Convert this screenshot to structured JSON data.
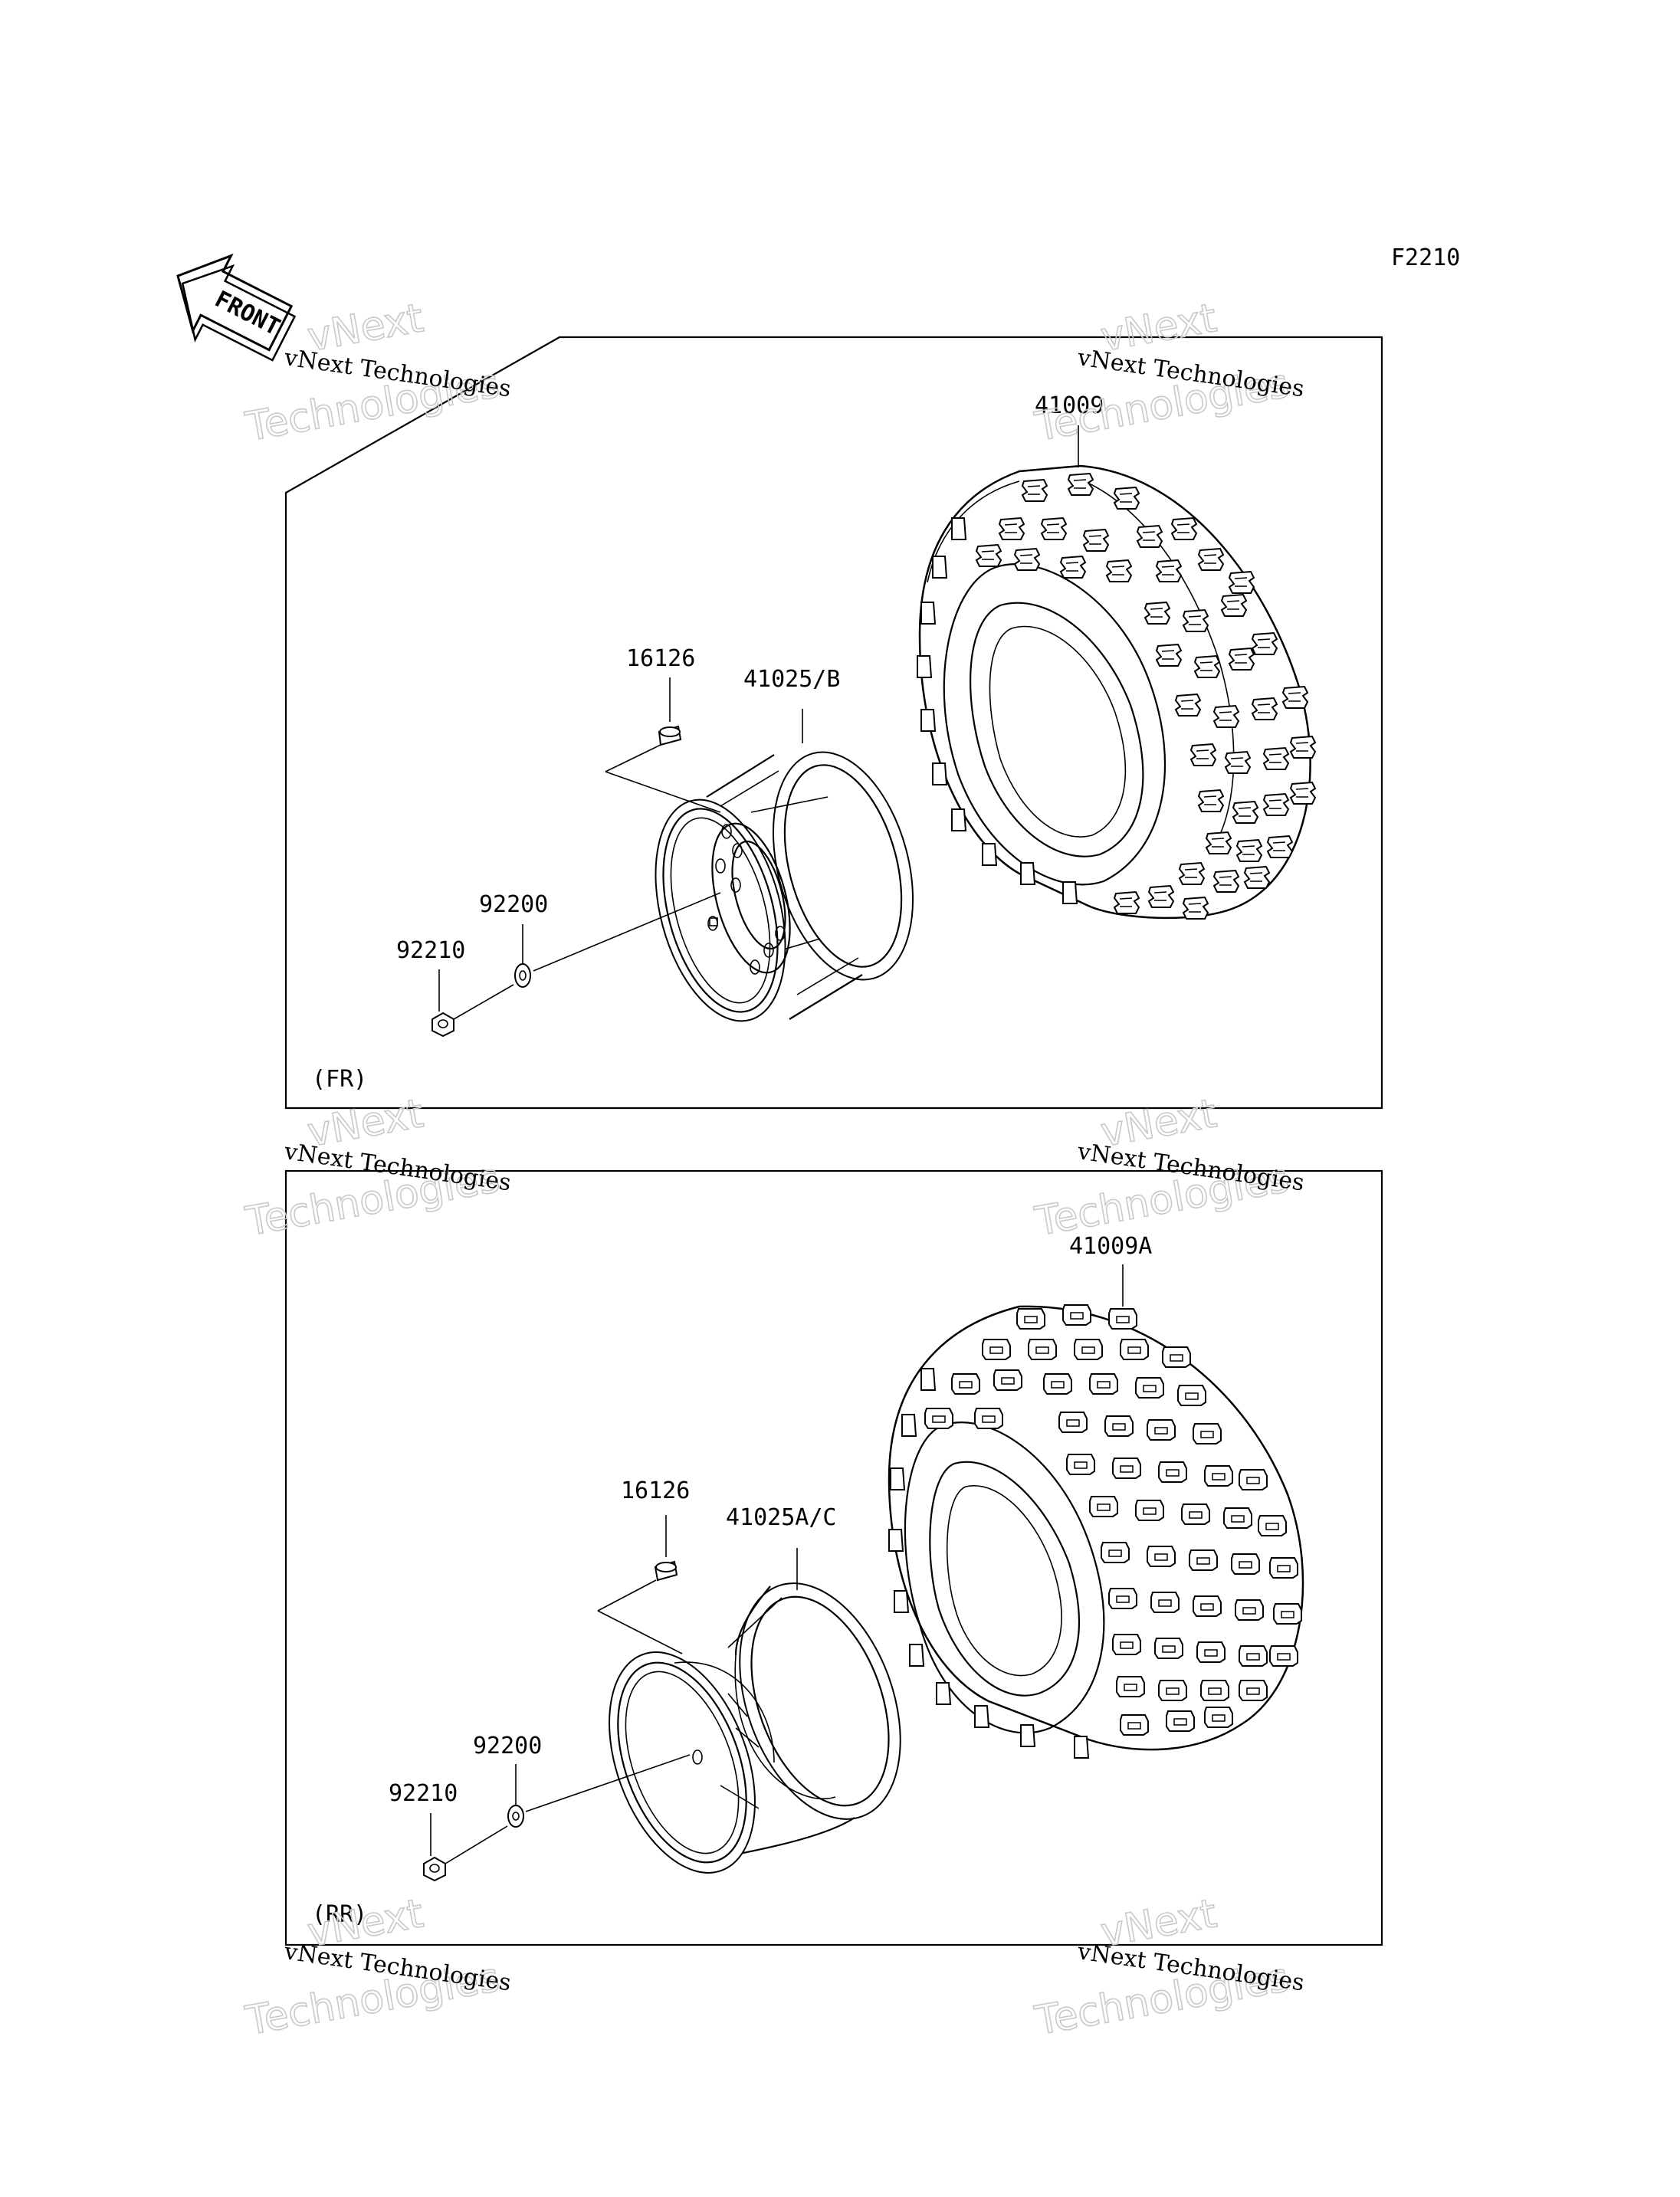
{
  "figure_code": "F2210",
  "front_arrow_label": "FRONT",
  "watermark": {
    "line1": "vNext Technologies",
    "line2a": "vNext",
    "line2b": "Technologies"
  },
  "front_panel": {
    "section_label": "(FR)",
    "parts": {
      "tire": "41009",
      "rim": "41025/B",
      "valve": "16126",
      "washer": "92200",
      "nut": "92210"
    }
  },
  "rear_panel": {
    "section_label": "(RR)",
    "parts": {
      "tire": "41009A",
      "rim": "41025A/C",
      "valve": "16126",
      "washer": "92200",
      "nut": "92210"
    }
  }
}
